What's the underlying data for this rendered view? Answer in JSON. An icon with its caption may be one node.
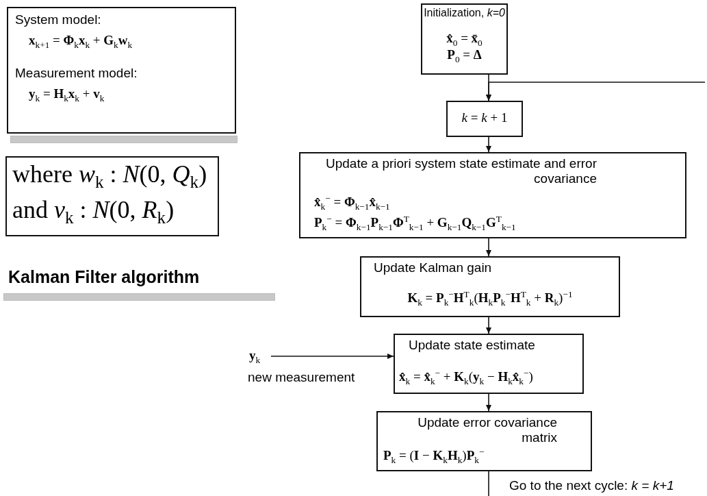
{
  "diagram": {
    "title": "Kalman Filter algorithm",
    "nodes": [
      {
        "text": [
          "System model:",
          "**x**$_{k+1}$ = **Φ**$_{k}$**x**$_{k}$ + **G**$_{k}$**w**$_{k}$",
          "Measurement model:",
          "**y**$_{k}$ = **H**$_{k}$**x**$_{k}$ + **v**$_{k}$"
        ]
      },
      {
        "text": [
          "where *w*$_{k}$ : *N*(0, *Q*$_{k}$)",
          "and *v*$_{k}$ : *N*(0, *R*$_{k}$)"
        ]
      },
      {
        "text": [
          "Initialization, *k=0*",
          "**x̂**$_{0}$ = **x̄**$_{0}$",
          "**P**$_{0}$ = **Δ**"
        ]
      },
      {
        "text": [
          "*k* = *k* + 1"
        ]
      },
      {
        "text": [
          "Update a priori system state estimate and error covariance",
          "**x̂**$_{k}$$^{−}$ = **Φ**$_{k−1}$**x̂**$_{k−1}$",
          "**P**$_{k}$$^{−}$ = **Φ**$_{k−1}$**P**$_{k−1}$**Φ**$^{T}$$_{k−1}$ + **G**$_{k−1}$**Q**$_{k−1}$**G**$^{T}$$_{k−1}$"
        ]
      },
      {
        "text": [
          "Update Kalman gain",
          "**K**$_{k}$ = **P**$_{k}$$^{−}$**H**$^{T}$$_{k}$(**H**$_{k}$**P**$_{k}$$^{−}$**H**$^{T}$$_{k}$ + **R**$_{k}$)$^{−1}$"
        ]
      },
      {
        "text": [
          "Update state estimate",
          "**x̂**$_{k}$ = **x̂**$_{k}$$^{−}$ + **K**$_{k}$(**y**$_{k}$ − **H**$_{k}$**x̂**$_{k}$$^{−}$)"
        ]
      },
      {
        "text": [
          "Update error covariance matrix",
          "**P**$_{k}$ = (**I** − **K**$_{k}$**H**$_{k}$)**P**$_{k}$$^{−}$"
        ]
      },
      {
        "text": [
          "**y**$_{k}$"
        ],
        "beside": [
          "new measurement"
        ]
      }
    ],
    "edges": [
      {
        "from": 2,
        "to": 3,
        "arrow": "to"
      },
      {
        "from": null,
        "to": 3,
        "arrow": "to"
      },
      {
        "from": 3,
        "to": 4,
        "arrow": "to"
      },
      {
        "from": 4,
        "to": 5,
        "arrow": "to"
      },
      {
        "from": 5,
        "to": 6,
        "arrow": "to"
      },
      {
        "from": 8,
        "to": 6,
        "arrow": "to"
      },
      {
        "from": 6,
        "to": 7,
        "arrow": "to"
      },
      {
        "from": 7,
        "to": null,
        "arrow": "none",
        "label": "Go to the next cycle: *k = k+1*"
      }
    ]
  }
}
